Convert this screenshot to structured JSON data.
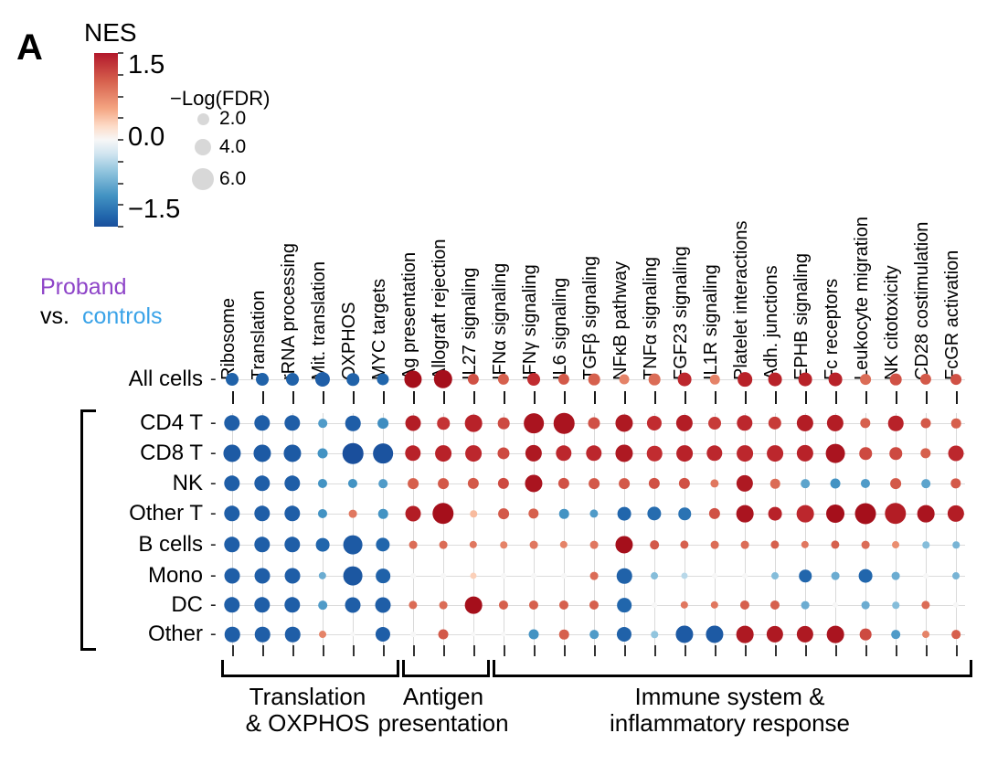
{
  "panel": {
    "letter": "A"
  },
  "legend": {
    "nes": {
      "title": "NES",
      "ticks": [
        {
          "label": "1.5",
          "value": 1.5
        },
        {
          "label": "0.0",
          "value": 0.0
        },
        {
          "label": "−1.5",
          "value": -1.5
        }
      ],
      "color_high": "#b2182b",
      "color_mid": "#f7f7f7",
      "color_low": "#2166ac"
    },
    "fdr": {
      "title": "−Log(FDR)",
      "items": [
        {
          "label": "2.0",
          "value": 2.0
        },
        {
          "label": "4.0",
          "value": 4.0
        },
        {
          "label": "6.0",
          "value": 6.0
        }
      ],
      "dot_color": "#d8d8d8"
    }
  },
  "comparison": {
    "line1": "Proband",
    "line2_prefix": "vs. ",
    "line2_value": "controls",
    "color_proband": "#8e44c8",
    "color_controls": "#3aa3e8"
  },
  "groups": [
    {
      "label": "Translation\n& OXPHOS",
      "start": 0,
      "end": 5
    },
    {
      "label": "Antigen\npresentation",
      "start": 6,
      "end": 8
    },
    {
      "label": "Immune system &\ninflammatory response",
      "start": 9,
      "end": 24
    }
  ],
  "row_bracket": {
    "from": "CD4 T",
    "to": "Other"
  },
  "chart_data": {
    "type": "heatmap",
    "title": "",
    "xlabel": "",
    "ylabel": "",
    "grid": true,
    "legend_position": "top-left",
    "size_encoding": "-Log(FDR)",
    "color_encoding": "NES",
    "color_range": [
      -1.5,
      1.5
    ],
    "size_range": [
      2.0,
      6.0
    ],
    "categories": [
      "Ribosome",
      "Translation",
      "rRNA processing",
      "Mit. translation",
      "OXPHOS",
      "MYC targets",
      "Ag presentation",
      "Allograft rejection",
      "IL27 signaling",
      "IFNα signaling",
      "IFNγ signaling",
      "IL6 signaling",
      "TGFβ signaling",
      "NFκB pathway",
      "TNFα signaling",
      "FGF23 signaling",
      "IL1R signaling",
      "Platelet interactions",
      "Adh. junctions",
      "EPHB signaling",
      "Fc receptors",
      "Leukocyte migration",
      "NK citotoxicity",
      "CD28 costimulation",
      "FcGR activation"
    ],
    "rows": [
      "All cells",
      "CD4 T",
      "CD8 T",
      "NK",
      "Other T",
      "B cells",
      "Mono",
      "DC",
      "Other"
    ],
    "series": [
      {
        "name": "All cells",
        "nes": [
          -1.25,
          -1.25,
          -1.25,
          -1.3,
          -1.25,
          -1.2,
          1.5,
          1.5,
          0.95,
          0.85,
          1.2,
          0.9,
          0.85,
          0.7,
          0.8,
          1.25,
          0.7,
          1.3,
          1.3,
          1.3,
          1.3,
          0.8,
          0.95,
          0.9,
          0.95
        ],
        "fdr": [
          3.4,
          3.4,
          3.4,
          3.9,
          3.3,
          3.2,
          4.6,
          4.9,
          3.0,
          3.0,
          3.4,
          3.0,
          3.1,
          2.7,
          3.1,
          3.6,
          2.6,
          3.8,
          3.6,
          3.6,
          3.6,
          2.9,
          3.1,
          3.0,
          2.9
        ]
      },
      {
        "name": "CD4 T",
        "nes": [
          -1.3,
          -1.3,
          -1.3,
          -0.8,
          -1.3,
          -0.9,
          1.35,
          1.15,
          1.3,
          1.0,
          1.45,
          1.45,
          0.95,
          1.4,
          1.2,
          1.35,
          1.1,
          1.25,
          1.1,
          1.35,
          1.35,
          0.85,
          1.3,
          0.9,
          0.85
        ],
        "fdr": [
          4.2,
          4.2,
          4.2,
          2.4,
          4.0,
          2.9,
          4.1,
          3.3,
          4.5,
          3.1,
          5.2,
          5.4,
          3.2,
          4.6,
          3.9,
          4.4,
          3.4,
          4.2,
          3.5,
          4.4,
          4.4,
          2.8,
          4.0,
          2.7,
          2.6
        ]
      },
      {
        "name": "CD8 T",
        "nes": [
          -1.35,
          -1.35,
          -1.35,
          -0.85,
          -1.5,
          -1.45,
          1.3,
          1.3,
          1.25,
          1.0,
          1.4,
          1.25,
          1.25,
          1.4,
          1.2,
          1.3,
          1.25,
          1.25,
          1.25,
          1.3,
          1.45,
          1.0,
          1.0,
          0.85,
          1.25
        ],
        "fdr": [
          4.6,
          4.6,
          4.6,
          2.7,
          5.4,
          5.2,
          4.2,
          4.3,
          4.3,
          3.2,
          4.4,
          4.2,
          4.2,
          4.6,
          4.0,
          4.3,
          4.2,
          4.3,
          4.3,
          4.4,
          5.0,
          3.3,
          3.3,
          2.8,
          4.1
        ]
      },
      {
        "name": "NK",
        "nes": [
          -1.3,
          -1.3,
          -1.3,
          -0.85,
          -0.85,
          -0.8,
          0.85,
          0.9,
          0.9,
          1.0,
          1.45,
          0.95,
          0.9,
          0.9,
          0.95,
          0.95,
          0.75,
          1.4,
          0.8,
          -0.75,
          -0.85,
          -0.8,
          0.9,
          -0.75,
          0.9
        ],
        "fdr": [
          4.2,
          4.2,
          4.2,
          2.5,
          2.5,
          2.4,
          2.9,
          2.9,
          3.0,
          3.0,
          4.6,
          3.0,
          2.9,
          2.9,
          3.0,
          3.0,
          2.3,
          4.4,
          2.6,
          2.4,
          2.7,
          2.5,
          2.9,
          2.4,
          2.8
        ]
      },
      {
        "name": "Other T",
        "nes": [
          -1.3,
          -1.3,
          -1.3,
          -0.85,
          0.75,
          -0.85,
          1.35,
          1.5,
          0.45,
          0.9,
          0.85,
          -0.85,
          -0.8,
          -1.2,
          -1.15,
          -1.1,
          0.95,
          1.45,
          1.3,
          1.25,
          1.5,
          1.5,
          1.35,
          1.45,
          1.35
        ],
        "fdr": [
          4.2,
          4.2,
          4.2,
          2.5,
          2.2,
          2.6,
          4.1,
          5.6,
          1.9,
          2.9,
          2.8,
          2.6,
          2.3,
          3.6,
          3.7,
          3.3,
          3.0,
          4.5,
          3.6,
          4.5,
          4.8,
          5.5,
          5.6,
          4.5,
          4.4
        ]
      },
      {
        "name": "B cells",
        "nes": [
          -1.3,
          -1.3,
          -1.3,
          -1.2,
          -1.35,
          -1.2,
          0.8,
          0.8,
          0.75,
          0.7,
          0.75,
          0.7,
          0.75,
          1.5,
          0.9,
          0.85,
          0.8,
          0.8,
          0.85,
          0.75,
          0.85,
          0.8,
          0.65,
          -0.6,
          -0.65
        ],
        "fdr": [
          4.2,
          4.2,
          4.2,
          3.6,
          5.0,
          3.7,
          2.2,
          2.2,
          2.1,
          1.9,
          2.2,
          2.1,
          2.2,
          4.6,
          2.4,
          2.3,
          2.2,
          2.2,
          2.3,
          2.1,
          2.3,
          2.2,
          2.0,
          1.9,
          1.9
        ]
      },
      {
        "name": "Mono",
        "nes": [
          -1.3,
          -1.3,
          -1.3,
          -0.7,
          -1.4,
          -1.25,
          0.0,
          0.0,
          0.35,
          0.0,
          0.0,
          0.0,
          0.8,
          -1.25,
          -0.6,
          -0.4,
          0.0,
          0.0,
          -0.6,
          -1.2,
          -0.7,
          -1.2,
          -0.7,
          0.0,
          -0.65
        ],
        "fdr": [
          4.1,
          4.1,
          4.1,
          2.1,
          5.0,
          3.8,
          1.5,
          1.5,
          1.8,
          1.5,
          1.5,
          1.5,
          2.2,
          4.0,
          2.0,
          1.8,
          1.5,
          1.5,
          2.0,
          3.3,
          2.2,
          3.6,
          2.2,
          1.5,
          2.0
        ]
      },
      {
        "name": "DC",
        "nes": [
          -1.3,
          -1.3,
          -1.3,
          -0.8,
          -1.3,
          -1.3,
          0.8,
          0.8,
          1.5,
          0.85,
          0.85,
          0.85,
          0.85,
          -1.2,
          0.0,
          0.75,
          0.75,
          0.85,
          0.85,
          -0.7,
          0.0,
          -0.7,
          -0.6,
          0.8,
          0.0
        ],
        "fdr": [
          4.2,
          4.2,
          4.2,
          2.4,
          4.1,
          4.1,
          2.3,
          2.2,
          4.5,
          2.5,
          2.5,
          2.5,
          2.5,
          3.8,
          1.5,
          2.1,
          2.1,
          2.5,
          2.5,
          2.2,
          1.6,
          2.2,
          1.9,
          2.3,
          1.6
        ]
      },
      {
        "name": "Other",
        "nes": [
          -1.3,
          -1.3,
          -1.3,
          0.7,
          0.0,
          -1.3,
          0.0,
          0.9,
          0.0,
          0.0,
          -0.85,
          0.85,
          -0.8,
          -1.25,
          -0.55,
          -1.35,
          -1.35,
          1.4,
          1.4,
          1.4,
          1.45,
          1.0,
          -0.8,
          0.7,
          0.85
        ],
        "fdr": [
          4.0,
          4.0,
          4.0,
          2.0,
          1.4,
          3.9,
          1.5,
          2.7,
          1.4,
          1.4,
          2.7,
          2.6,
          2.4,
          3.9,
          1.9,
          4.6,
          4.6,
          4.5,
          4.4,
          4.4,
          4.5,
          3.1,
          2.4,
          2.0,
          2.4
        ]
      }
    ]
  }
}
